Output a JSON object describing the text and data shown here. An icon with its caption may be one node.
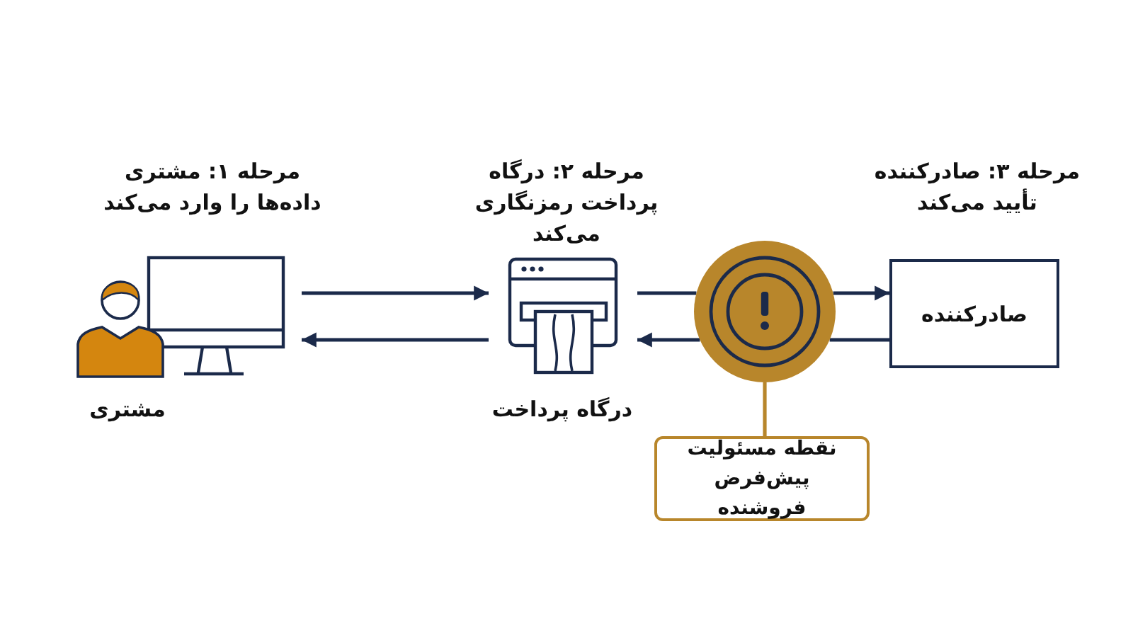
{
  "diagram": {
    "nodes": [
      {
        "text": [
          "مرحله ۱: مشتری داده‌ها را وارد می‌کند",
          "مشتری"
        ]
      },
      {
        "text": [
          "مرحله ۲: درگاه پرداخت رمزنگاری می‌کند",
          "درگاه پرداخت"
        ]
      },
      {
        "text": [],
        "shape": "circle"
      },
      {
        "text": [
          "مرحله ۳: صادرکننده تأیید می‌کند",
          "صادرکننده"
        ]
      },
      {
        "text": [
          "نقطه مسئولیت پیش‌فرض فروشنده"
        ]
      }
    ],
    "edges": [
      {
        "from": 0,
        "to": 1,
        "arrow": "to"
      },
      {
        "from": 1,
        "to": 0,
        "arrow": "to"
      },
      {
        "from": 1,
        "to": 2,
        "arrow": "none"
      },
      {
        "from": 2,
        "to": 3,
        "arrow": "to"
      },
      {
        "from": 3,
        "to": 2,
        "arrow": "none"
      },
      {
        "from": 2,
        "to": 1,
        "arrow": "to"
      },
      {
        "from": 4,
        "to": 2,
        "arrow": "none",
        "color": "#b8862b"
      }
    ]
  }
}
